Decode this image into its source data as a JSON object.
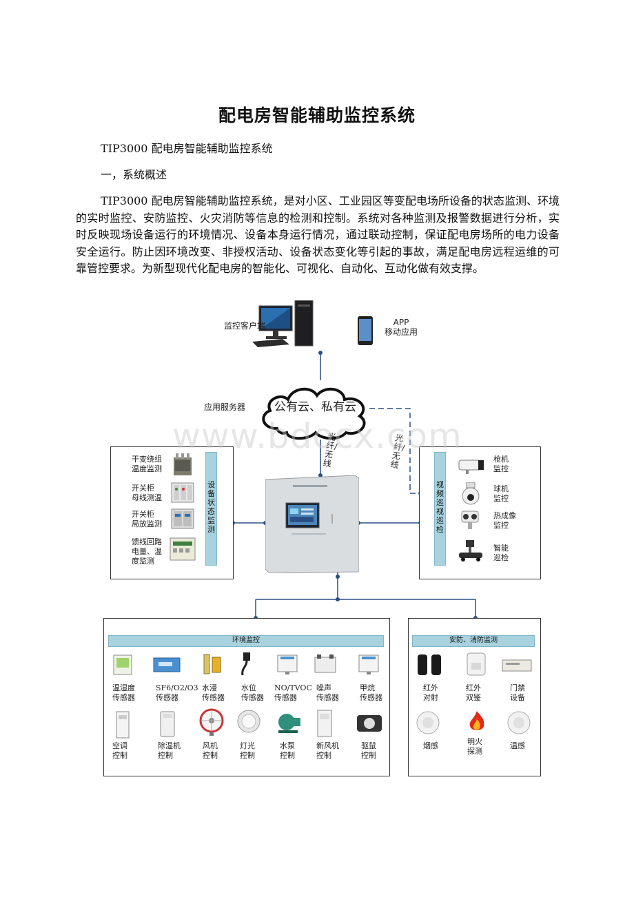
{
  "document": {
    "title": "配电房智能辅助监控系统",
    "subtitle": "TIP3000 配电房智能辅助监控系统",
    "section_heading": "一，系统概述",
    "intro_paragraph": "TIP3000 配电房智能辅助监控系统，是对小区、工业园区等变配电场所设备的状态监测、环境的实时监控、安防监控、火灾消防等信息的检测和控制。系统对各种监测及报警数据进行分析，实时反映现场设备运行的环境情况、设备本身运行情况，通过联动控制，保证配电房场所的电力设备安全运行。防止因环境改变、非授权活动、设备状态变化等引起的事故，满足配电房远程运维的可靠管控要求。为新型现代化配电房的智能化、可视化、自动化、互动化做有效支撑。",
    "watermark": "www.bdocx.com"
  },
  "diagram": {
    "client_label": "监控客户端",
    "app_label": "APP\n移动应用",
    "server_label": "应用服务器",
    "cloud_label": "公有云、私有云",
    "link_left": "光纤/无线",
    "link_right": "光纤/无线",
    "device_status": {
      "band": "设备状态监测",
      "items": [
        "干变绕组\n温度监测",
        "开关柜\n母线测温",
        "开关柜\n局放监测",
        "馈线回路\n电量、温\n度监测"
      ]
    },
    "video": {
      "band": "视频巡视巡检",
      "items": [
        "枪机\n监控",
        "球机\n监控",
        "热成像\n监控",
        "智能\n巡检"
      ]
    },
    "env": {
      "band": "环境监控",
      "row1": [
        "温湿度\n传感器",
        "SF6/O2/O3\n传感器",
        "水浸\n传感器",
        "水位\n传感器",
        "NO/TVOC\n传感器",
        "噪声\n传感器",
        "甲烷\n传感器"
      ],
      "row2": [
        "空调\n控制",
        "除湿机\n控制",
        "风机\n控制",
        "灯光\n控制",
        "水泵\n控制",
        "新风机\n控制",
        "驱鼠\n控制"
      ]
    },
    "security": {
      "band": "安防、消防监测",
      "row1": [
        "红外\n对射",
        "红外\n双鉴",
        "门禁\n设备"
      ],
      "row2": [
        "烟感",
        "明火\n探测",
        "温感"
      ]
    }
  }
}
